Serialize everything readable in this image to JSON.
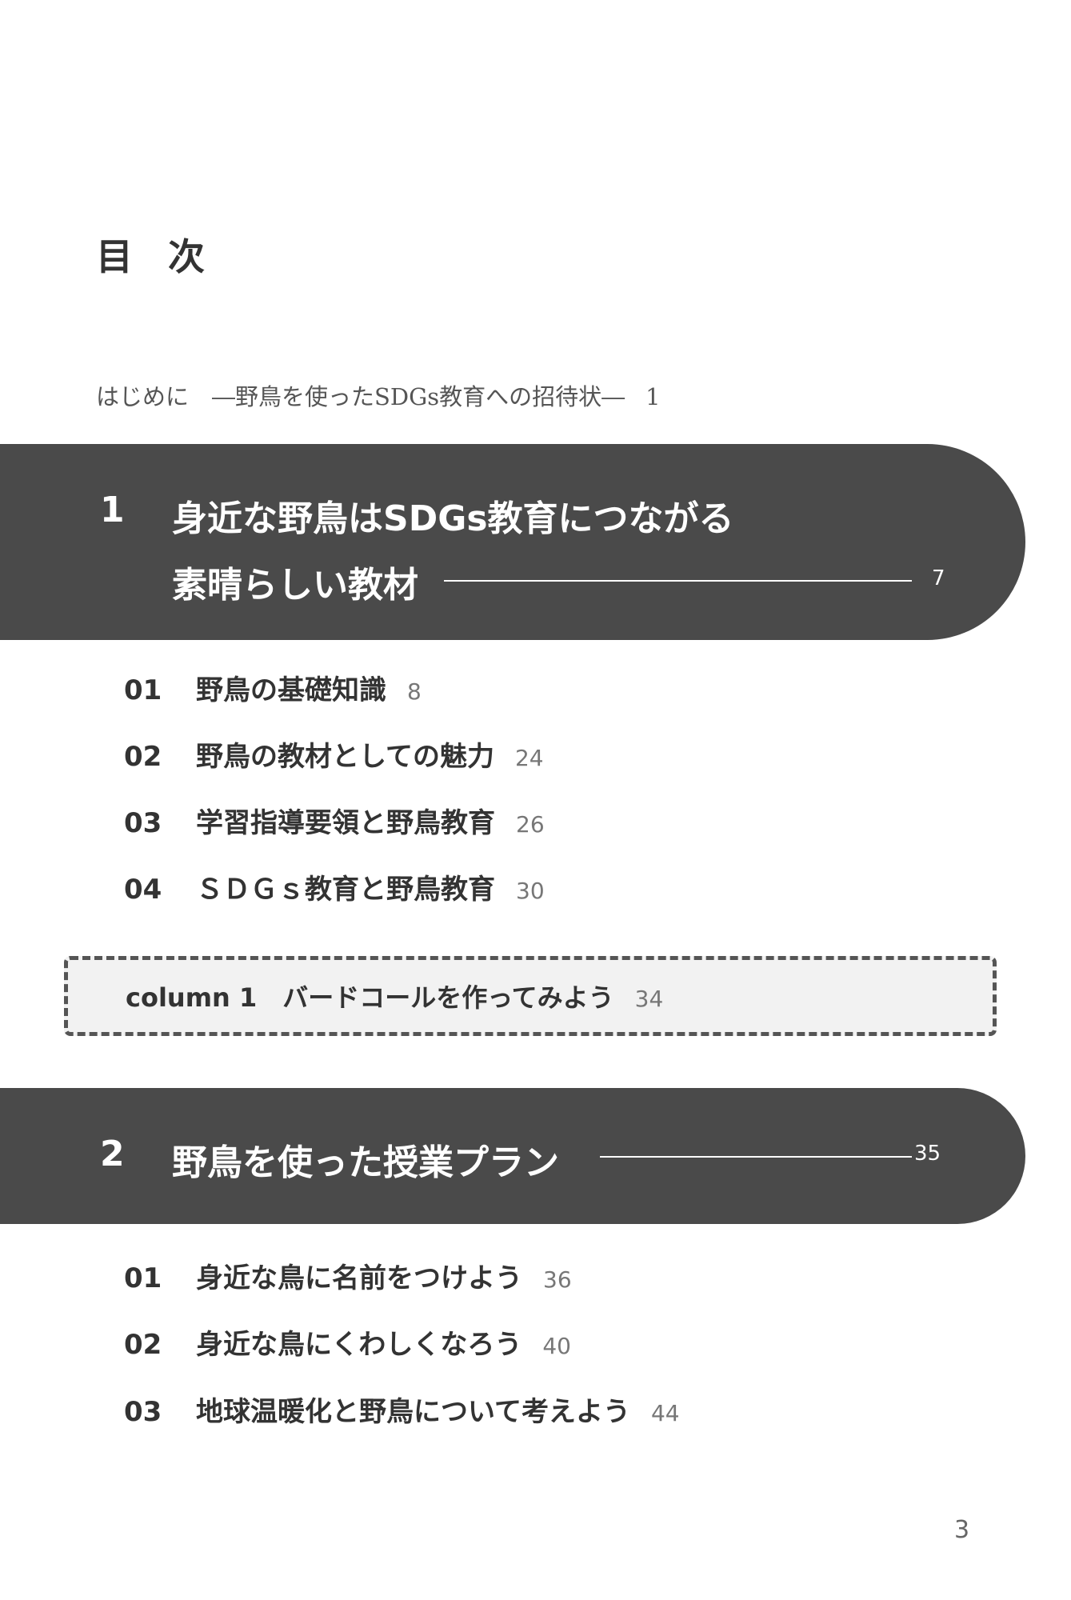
{
  "title": "目 次",
  "intro": {
    "label": "はじめに　―野鳥を使ったSDGs教育への招待状―",
    "page": "1"
  },
  "chapters": [
    {
      "number": "1",
      "title_line1": "身近な野鳥はSDGs教育につながる",
      "title_line2": "素晴らしい教材",
      "page": "7",
      "items": [
        {
          "num": "01",
          "label": "野鳥の基礎知識",
          "page": "8"
        },
        {
          "num": "02",
          "label": "野鳥の教材としての魅力",
          "page": "24"
        },
        {
          "num": "03",
          "label": "学習指導要領と野鳥教育",
          "page": "26"
        },
        {
          "num": "04",
          "label": "ＳＤＧｓ教育と野鳥教育",
          "page": "30"
        }
      ],
      "column": {
        "label": "column 1　バードコールを作ってみよう",
        "page": "34"
      }
    },
    {
      "number": "2",
      "title_line1": "野鳥を使った授業プラン",
      "page": "35",
      "items": [
        {
          "num": "01",
          "label": "身近な鳥に名前をつけよう",
          "page": "36"
        },
        {
          "num": "02",
          "label": "身近な鳥にくわしくなろう",
          "page": "40"
        },
        {
          "num": "03",
          "label": "地球温暖化と野鳥について考えよう",
          "page": "44"
        }
      ]
    }
  ],
  "page_number": "3"
}
